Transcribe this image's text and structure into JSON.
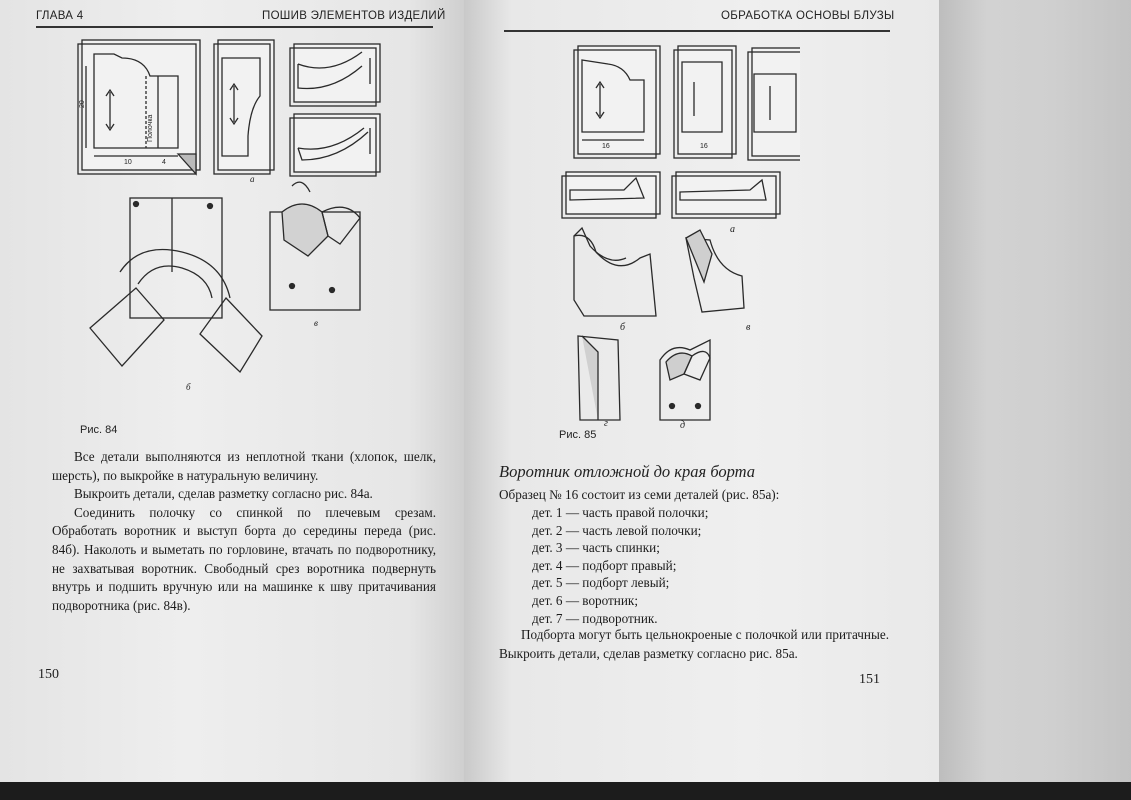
{
  "left": {
    "header_left": "Глава 4",
    "header_right": "ПОШИВ ЭЛЕМЕНТОВ ИЗДЕЛИЙ",
    "figure_caption": "Рис. 84",
    "fig_labels": {
      "a": "а",
      "b": "б",
      "v": "в"
    },
    "pattern_marks": {
      "m20": "20",
      "m10": "10",
      "shelf": "Полочка",
      "dim": "4"
    },
    "paragraphs": [
      "Все детали выполняются из неплотной ткани (хлопок, шелк, шерсть), по выкройке в натуральную величину.",
      "Выкроить детали, сделав разметку согласно рис. 84а.",
      "Соединить полочку со спинкой по плечевым срезам. Обработать воротник и выступ борта до середины переда (рис. 84б). Наколоть и выметать по горловине, втачать по подворотнику, не захватывая воротник. Свободный срез воротника подвернуть внутрь и подшить вручную или на машинке к шву притачивания подворотника (рис. 84в)."
    ],
    "page_number": "150"
  },
  "right": {
    "header_right": "ОБРАБОТКА ОСНОВЫ БЛУЗЫ",
    "figure_caption": "Рис. 85",
    "fig_labels": {
      "a": "а",
      "b": "б",
      "v": "в",
      "g": "г",
      "d": "д"
    },
    "pattern_marks": {
      "m16a": "16",
      "m16b": "16"
    },
    "section_title": "Воротник отложной до края борта",
    "intro": "Образец № 16 состоит из семи деталей (рис. 85а):",
    "items": [
      "дет. 1 — часть правой полочки;",
      "дет. 2 — часть левой полочки;",
      "дет. 3 — часть спинки;",
      "дет. 4 — подборт правый;",
      "дет. 5 — подборт левый;",
      "дет. 6 — воротник;",
      "дет. 7 — подворотник."
    ],
    "closing": "Подборта могут быть цельнокроеные с полочкой или притачные. Выкроить детали, сделав разметку согласно рис. 85а.",
    "page_number": "151"
  }
}
